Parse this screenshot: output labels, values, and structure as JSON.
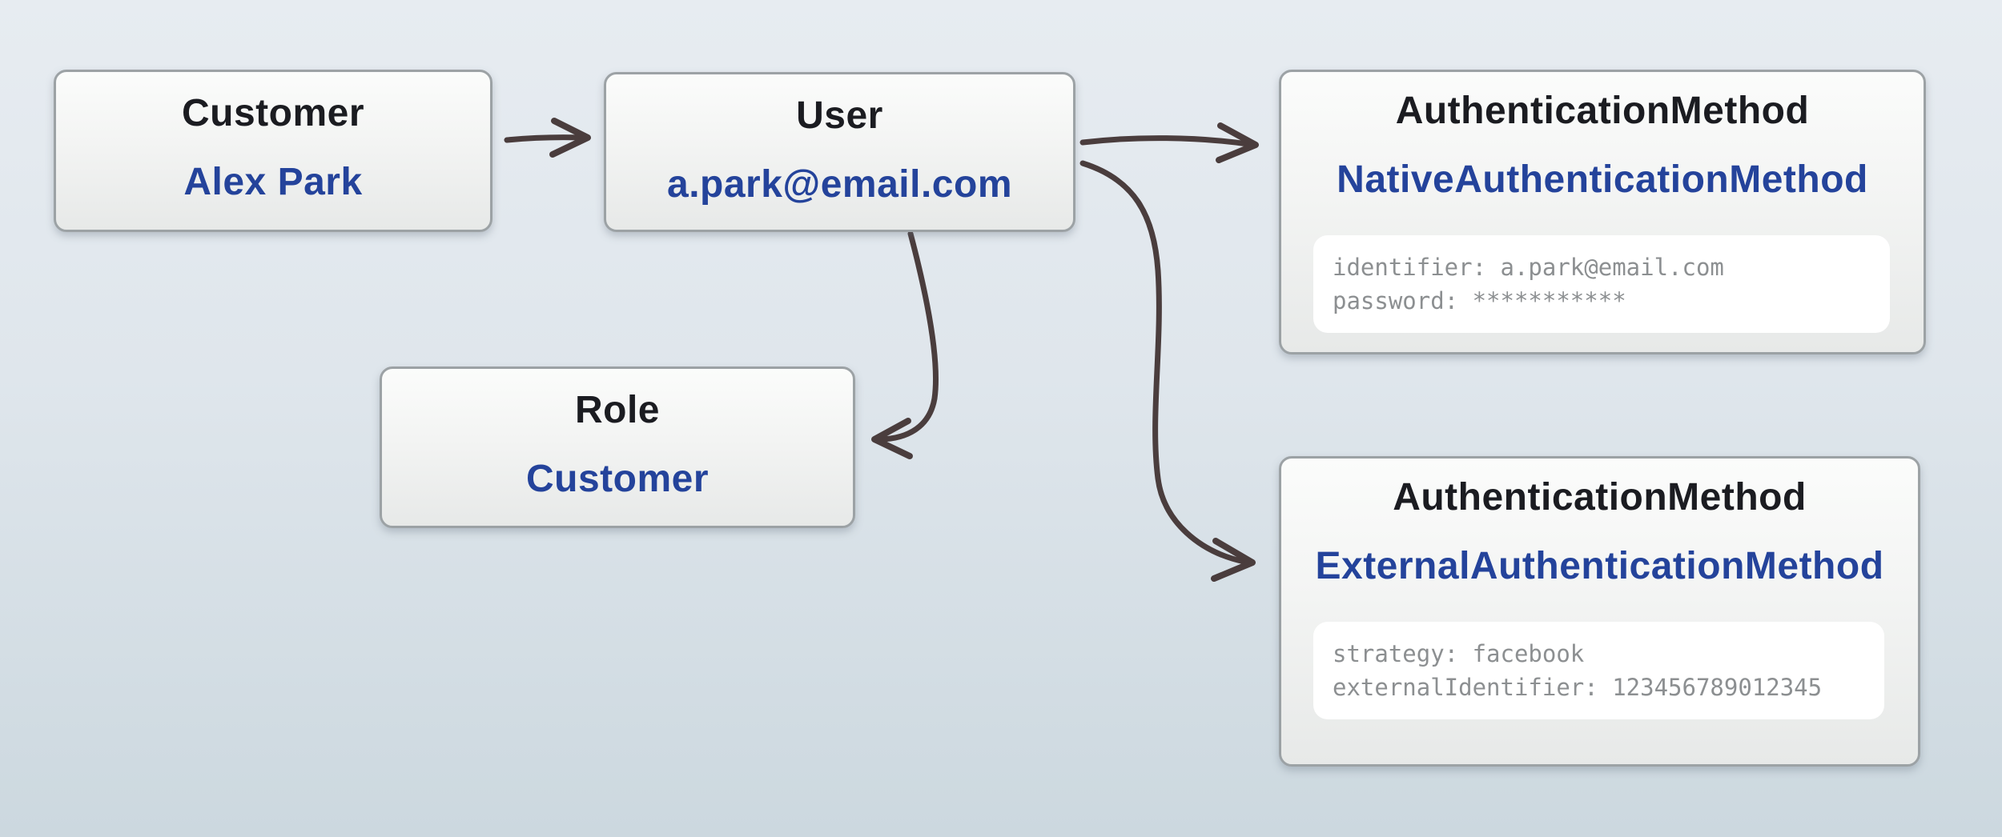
{
  "colors": {
    "background_top": "#e7ecf1",
    "background_bottom": "#ccd8df",
    "node_border": "#9ca2a5",
    "title_color": "#1b1c21",
    "value_color": "#24439b",
    "detail_text_color": "#8c8f91",
    "detail_bg": "#ffffff",
    "arrow_color": "#4a3d3d"
  },
  "nodes": [
    {
      "id": "customer",
      "title": "Customer",
      "value": "Alex Park"
    },
    {
      "id": "user",
      "title": "User",
      "value": "a.park@email.com"
    },
    {
      "id": "role",
      "title": "Role",
      "value": "Customer"
    },
    {
      "id": "native-auth",
      "title": "AuthenticationMethod",
      "value": "NativeAuthenticationMethod",
      "details": [
        "identifier: a.park@email.com",
        "password: ***********"
      ]
    },
    {
      "id": "external-auth",
      "title": "AuthenticationMethod",
      "value": "ExternalAuthenticationMethod",
      "details": [
        "strategy: facebook",
        "externalIdentifier: 123456789012345"
      ]
    }
  ],
  "edges": [
    {
      "from": "customer",
      "to": "user"
    },
    {
      "from": "user",
      "to": "native-auth"
    },
    {
      "from": "user",
      "to": "role"
    },
    {
      "from": "user",
      "to": "external-auth"
    }
  ]
}
